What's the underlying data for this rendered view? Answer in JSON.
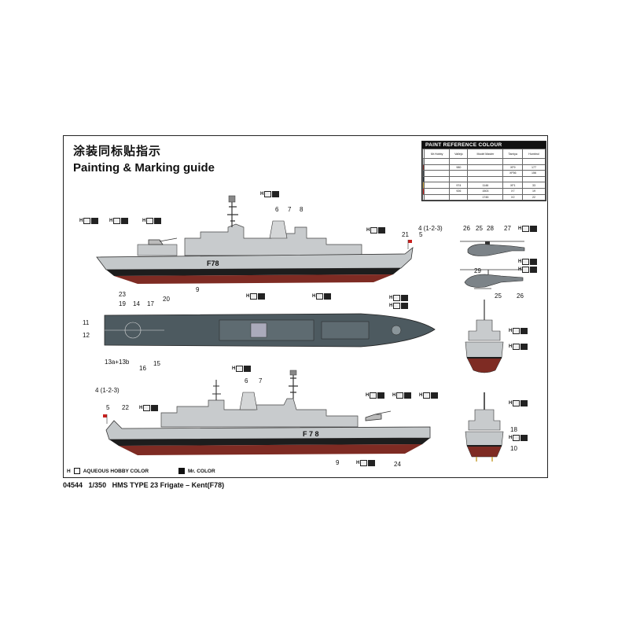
{
  "title_cn": "涂装同标贴指示",
  "title_en": "Painting & Marking guide",
  "paint_table": {
    "header": "PAINT REFERENCE COLOUR",
    "columns": [
      "",
      "Mr.Hobby",
      "Vallejo",
      "Model Master",
      "Tamiya",
      "Humbrol"
    ],
    "rows": [
      {
        "color": "#b9bdbe",
        "code": "",
        "v": [
          "",
          "",
          "",
          "",
          ""
        ]
      },
      {
        "color": "#7a2a26",
        "code": "",
        "v": [
          "",
          "980",
          "",
          "XF9",
          "177"
        ]
      },
      {
        "color": "#3a4347",
        "code": "",
        "v": [
          "",
          "",
          "",
          "XF56",
          "156"
        ]
      },
      {
        "color": "#1f2a33",
        "code": "",
        "v": [
          "",
          "",
          "",
          "",
          ""
        ]
      },
      {
        "color": "#c8a23a",
        "code": "",
        "v": [
          "",
          "974",
          "1146",
          "XF1",
          "33"
        ]
      },
      {
        "color": "#c9201e",
        "code": "",
        "v": [
          "",
          "926",
          "1503",
          "X7",
          "19"
        ]
      },
      {
        "color": "#f2f2f2",
        "code": "",
        "v": [
          "",
          "",
          "1745",
          "X2",
          "22"
        ]
      }
    ]
  },
  "hull_number": "F78",
  "hull_number_spaced": "F 7 8",
  "callouts": {
    "top_profile": [
      "4 (1-2-3)",
      "6",
      "7",
      "8",
      "9",
      "21",
      "5"
    ],
    "deck_plan": [
      "11",
      "12",
      "19",
      "14",
      "17",
      "20",
      "23",
      "13a+13b",
      "16",
      "15"
    ],
    "bottom_profile": [
      "4 (1-2-3)",
      "5",
      "22",
      "6",
      "7",
      "9",
      "24"
    ],
    "helicopter": [
      "26",
      "25",
      "28",
      "27",
      "29",
      "25",
      "26"
    ],
    "bow_view": [],
    "stern_view": [
      "18",
      "10"
    ]
  },
  "legend": {
    "h_label": "H",
    "aqueous_label": "AQUEOUS HOBBY COLOR",
    "mr_label": "Mr. COLOR"
  },
  "footer": {
    "code": "04544",
    "scale": "1/350",
    "name": "HMS TYPE 23 Frigate – Kent(F78)"
  },
  "colors": {
    "hull_grey": "#c4c8ca",
    "hull_red": "#7e2b23",
    "deck_grey": "#4d5a60",
    "superstructure": "#bfc3c5",
    "boot_top": "#1d1d1d"
  }
}
